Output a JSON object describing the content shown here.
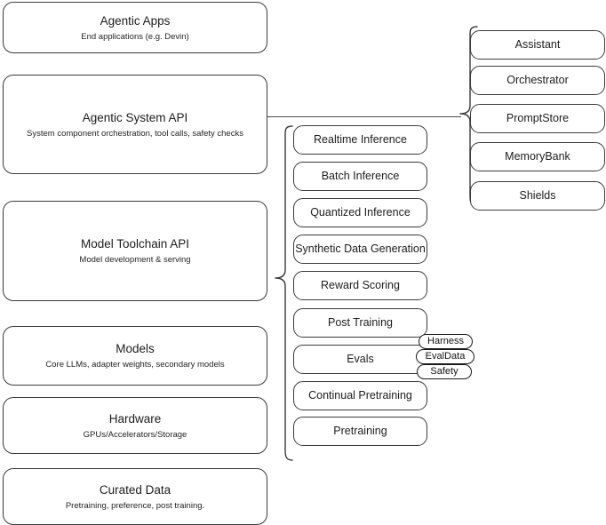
{
  "diagram": {
    "title": "AI Stack Layers Architecture Diagram",
    "background_color": "#ffffff",
    "stroke_color": "#3a3a3a"
  },
  "layers": [
    {
      "name": "agentic-apps",
      "title": "Agentic Apps",
      "subtitle": "End applications (e.g. Devin)"
    },
    {
      "name": "agentic-system-api",
      "title": "Agentic System API",
      "subtitle": "System component orchestration, tool calls, safety checks"
    },
    {
      "name": "model-toolchain-api",
      "title": "Model Toolchain API",
      "subtitle": "Model development & serving"
    },
    {
      "name": "models",
      "title": "Models",
      "subtitle": "Core LLMs, adapter weights, secondary models"
    },
    {
      "name": "hardware",
      "title": "Hardware",
      "subtitle": "GPUs/Accelerators/Storage"
    },
    {
      "name": "curated-data",
      "title": "Curated Data",
      "subtitle": "Pretraining, preference, post training."
    }
  ],
  "toolchain_capabilities": [
    {
      "name": "realtime-inference",
      "label": "Realtime Inference"
    },
    {
      "name": "batch-inference",
      "label": "Batch Inference"
    },
    {
      "name": "quantized-inference",
      "label": "Quantized Inference"
    },
    {
      "name": "synthetic-data-generation",
      "label": "Synthetic Data Generation"
    },
    {
      "name": "reward-scoring",
      "label": "Reward Scoring"
    },
    {
      "name": "post-training",
      "label": "Post Training"
    },
    {
      "name": "evals",
      "label": "Evals"
    },
    {
      "name": "continual-pretraining",
      "label": "Continual Pretraining"
    },
    {
      "name": "pretraining",
      "label": "Pretraining"
    }
  ],
  "evals_badges": [
    {
      "name": "harness",
      "label": "Harness"
    },
    {
      "name": "evaldata",
      "label": "EvalData"
    },
    {
      "name": "safety",
      "label": "Safety"
    }
  ],
  "system_components": [
    {
      "name": "assistant",
      "label": "Assistant"
    },
    {
      "name": "orchestrator",
      "label": "Orchestrator"
    },
    {
      "name": "promptstore",
      "label": "PromptStore"
    },
    {
      "name": "memorybank",
      "label": "MemoryBank"
    },
    {
      "name": "shields",
      "label": "Shields"
    }
  ]
}
